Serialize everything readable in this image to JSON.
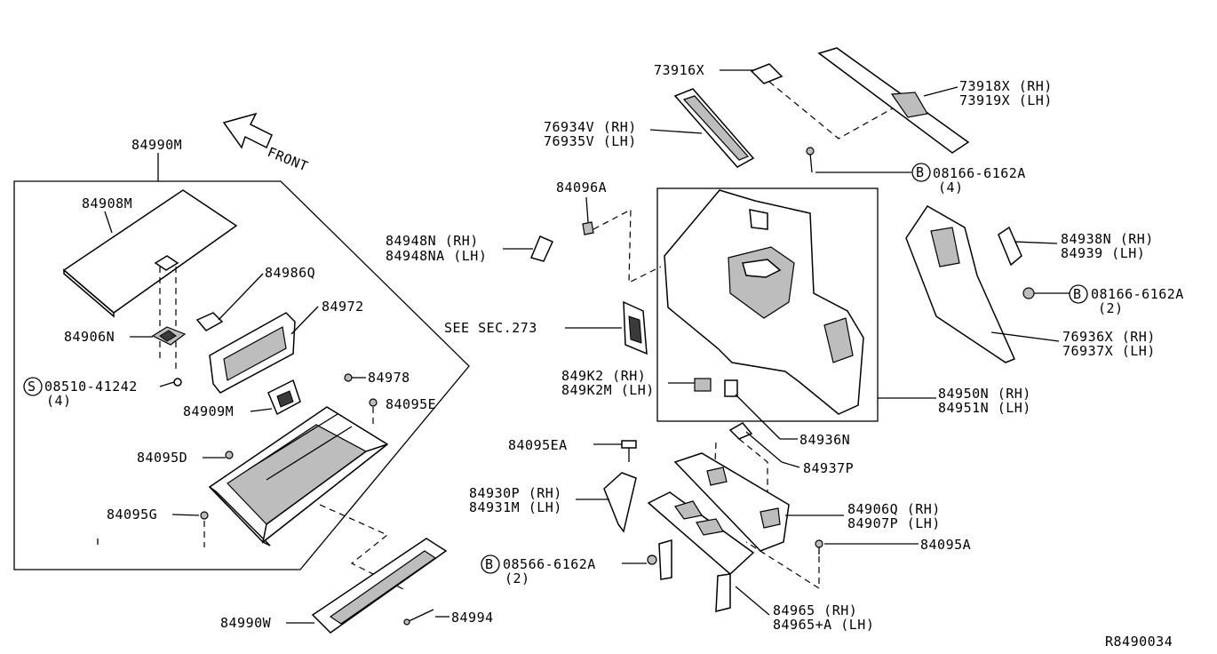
{
  "labels": {
    "front": "FRONT",
    "p84990M": "84990M",
    "p84908M": "84908M",
    "p84986Q": "84986Q",
    "p84972": "84972",
    "p84906N": "84906N",
    "s08510": "08510-41242",
    "s08510_qty": "(4)",
    "p84978": "84978",
    "p84909M": "84909M",
    "p84095E": "84095E",
    "p84095D": "84095D",
    "p84095G": "84095G",
    "p84990W": "84990W",
    "p84994": "84994",
    "p73916X": "73916X",
    "p73918X": "73918X (RH)",
    "p73919X": "73919X (LH)",
    "p76934V": "76934V (RH)",
    "p76935V": "76935V (LH)",
    "b08166_top": "08166-6162A",
    "b08166_top_qty": "(4)",
    "p84096A": "84096A",
    "p84948N": "84948N (RH)",
    "p84948NA": "84948NA (LH)",
    "p84938N": "84938N (RH)",
    "p84939": "84939 (LH)",
    "b08166_right": "08166-6162A",
    "b08166_right_qty": "(2)",
    "see_sec": "SEE SEC.273",
    "p76936X": "76936X (RH)",
    "p76937X": "76937X (LH)",
    "p849K2": "849K2 (RH)",
    "p849K2M": "849K2M (LH)",
    "p84950N": "84950N (RH)",
    "p84951N": "84951N (LH)",
    "p84936N": "84936N",
    "p84095EA": "84095EA",
    "p84937P": "84937P",
    "p84930P": "84930P (RH)",
    "p84931M": "84931M (LH)",
    "p84906Q": "84906Q (RH)",
    "p84907P": "84907P (LH)",
    "p84095A": "84095A",
    "b08566": "08566-6162A",
    "b08566_qty": "(2)",
    "p84965": "84965 (RH)",
    "p84965A": "84965+A (LH)",
    "circle_b": "B",
    "circle_s": "S",
    "diagram_code": "R8490034"
  },
  "colors": {
    "line": "#000000",
    "background": "#ffffff",
    "part_shade": "#bdbdbd"
  }
}
